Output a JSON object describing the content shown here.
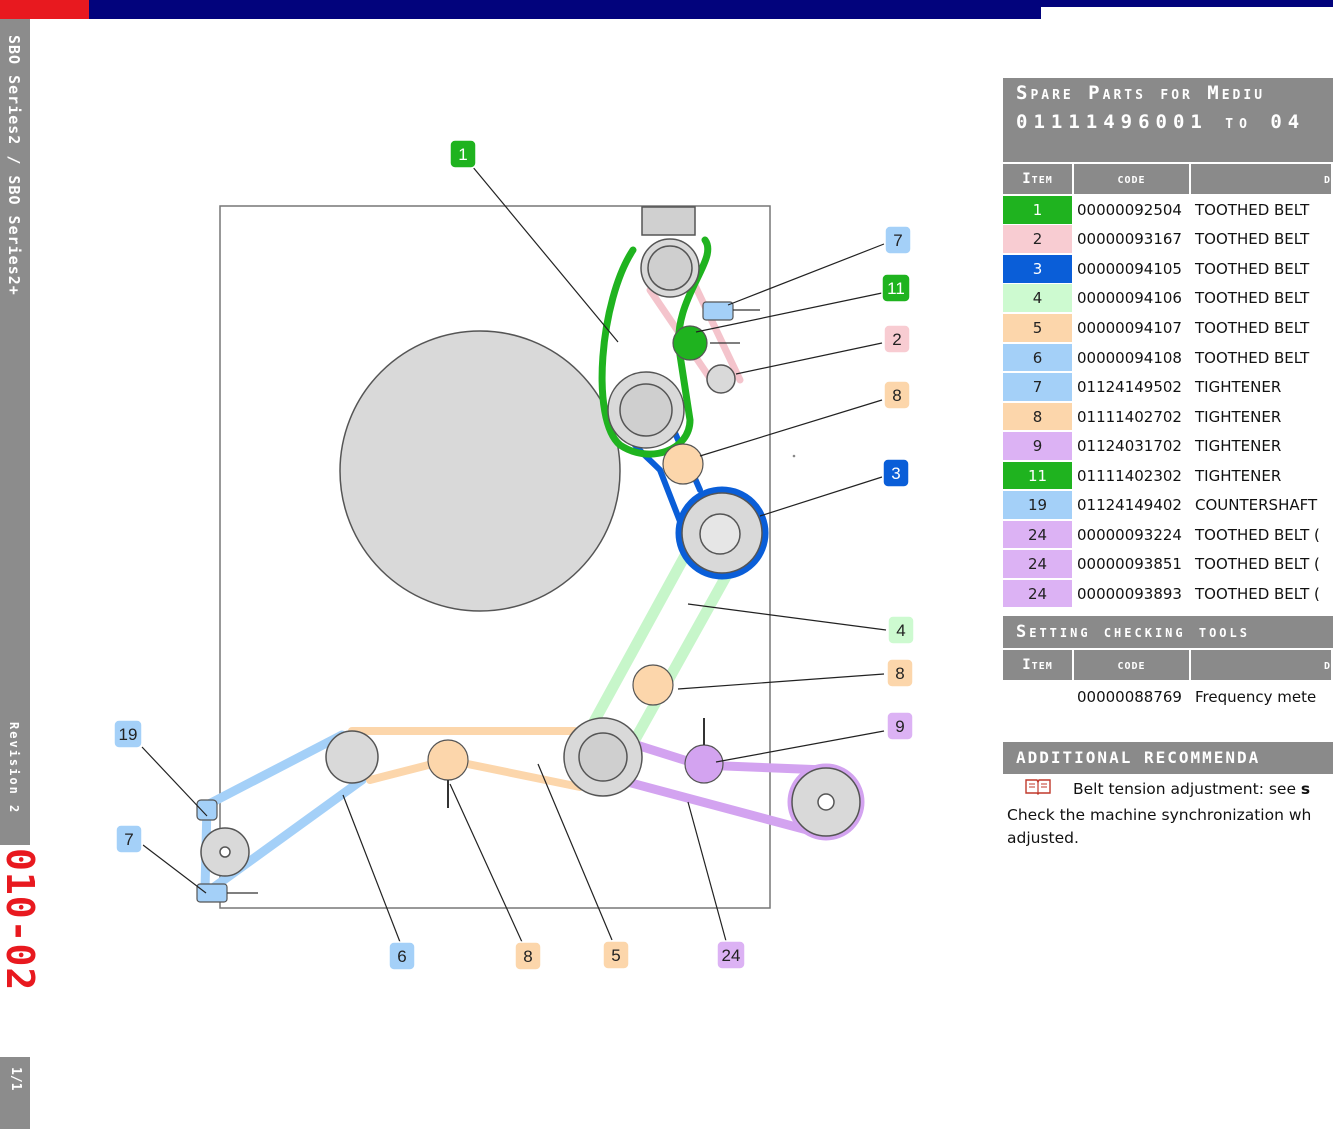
{
  "sidebar": {
    "series": "SBO Series2 / SBO Series2+",
    "revision": "Revision 2",
    "code": "010-02",
    "page": "1/1"
  },
  "parts_table": {
    "title_line1": "Spare Parts for Mediu",
    "title_line2": "01111496001 to 04",
    "columns": [
      "Item",
      "code",
      "d"
    ],
    "rows": [
      {
        "item": "1",
        "code": "00000092504",
        "desc": "TOOTHED BELT",
        "color": "#1fb31f",
        "text_color": "#ffffff"
      },
      {
        "item": "2",
        "code": "00000093167",
        "desc": "TOOTHED BELT",
        "color": "#f8ccd2",
        "text_color": "#222222"
      },
      {
        "item": "3",
        "code": "00000094105",
        "desc": "TOOTHED BELT",
        "color": "#0a5ed8",
        "text_color": "#ffffff"
      },
      {
        "item": "4",
        "code": "00000094106",
        "desc": "TOOTHED BELT",
        "color": "#cdfad0",
        "text_color": "#222222"
      },
      {
        "item": "5",
        "code": "00000094107",
        "desc": "TOOTHED BELT",
        "color": "#fcd6ab",
        "text_color": "#222222"
      },
      {
        "item": "6",
        "code": "00000094108",
        "desc": "TOOTHED BELT",
        "color": "#a4d0f8",
        "text_color": "#222222"
      },
      {
        "item": "7",
        "code": "01124149502",
        "desc": "TIGHTENER",
        "color": "#a4d0f8",
        "text_color": "#222222"
      },
      {
        "item": "8",
        "code": "01111402702",
        "desc": "TIGHTENER",
        "color": "#fcd6ab",
        "text_color": "#222222"
      },
      {
        "item": "9",
        "code": "01124031702",
        "desc": "TIGHTENER",
        "color": "#dcb2f4",
        "text_color": "#222222"
      },
      {
        "item": "11",
        "code": "01111402302",
        "desc": "TIGHTENER",
        "color": "#1fb31f",
        "text_color": "#ffffff"
      },
      {
        "item": "19",
        "code": "01124149402",
        "desc": "COUNTERSHAFT",
        "color": "#a4d0f8",
        "text_color": "#222222"
      },
      {
        "item": "24",
        "code": "00000093224",
        "desc": "TOOTHED BELT (",
        "color": "#dcb2f4",
        "text_color": "#222222"
      },
      {
        "item": "24",
        "code": "00000093851",
        "desc": "TOOTHED BELT (",
        "color": "#dcb2f4",
        "text_color": "#222222"
      },
      {
        "item": "24",
        "code": "00000093893",
        "desc": "TOOTHED BELT (",
        "color": "#dcb2f4",
        "text_color": "#222222"
      }
    ]
  },
  "tools_table": {
    "title": "Setting checking tools",
    "columns": [
      "Item",
      "code",
      "d"
    ],
    "rows": [
      {
        "item": "",
        "code": "00000088769",
        "desc": "Frequency mete"
      }
    ]
  },
  "recommendations": {
    "title": "Additional recommenda",
    "book_icon": "book-icon",
    "line1_prefix": "Belt tension adjustment: see ",
    "line1_bold": "s",
    "line2": "Check the machine synchronization wh",
    "line3": "adjusted."
  },
  "callouts": [
    {
      "label": "1",
      "bg": "#1fb31f",
      "fg": "#ffffff"
    },
    {
      "label": "7",
      "bg": "#a4d0f8",
      "fg": "#222222"
    },
    {
      "label": "11",
      "bg": "#1fb31f",
      "fg": "#ffffff"
    },
    {
      "label": "2",
      "bg": "#f8ccd2",
      "fg": "#222222"
    },
    {
      "label": "8",
      "bg": "#fcd6ab",
      "fg": "#222222"
    },
    {
      "label": "3",
      "bg": "#0a5ed8",
      "fg": "#ffffff"
    },
    {
      "label": "4",
      "bg": "#cdfad0",
      "fg": "#222222"
    },
    {
      "label": "8",
      "bg": "#fcd6ab",
      "fg": "#222222"
    },
    {
      "label": "9",
      "bg": "#dcb2f4",
      "fg": "#222222"
    },
    {
      "label": "19",
      "bg": "#a4d0f8",
      "fg": "#222222"
    },
    {
      "label": "7",
      "bg": "#a4d0f8",
      "fg": "#222222"
    },
    {
      "label": "6",
      "bg": "#a4d0f8",
      "fg": "#222222"
    },
    {
      "label": "8",
      "bg": "#fcd6ab",
      "fg": "#222222"
    },
    {
      "label": "5",
      "bg": "#fcd6ab",
      "fg": "#222222"
    },
    {
      "label": "24",
      "bg": "#dcb2f4",
      "fg": "#222222"
    }
  ]
}
